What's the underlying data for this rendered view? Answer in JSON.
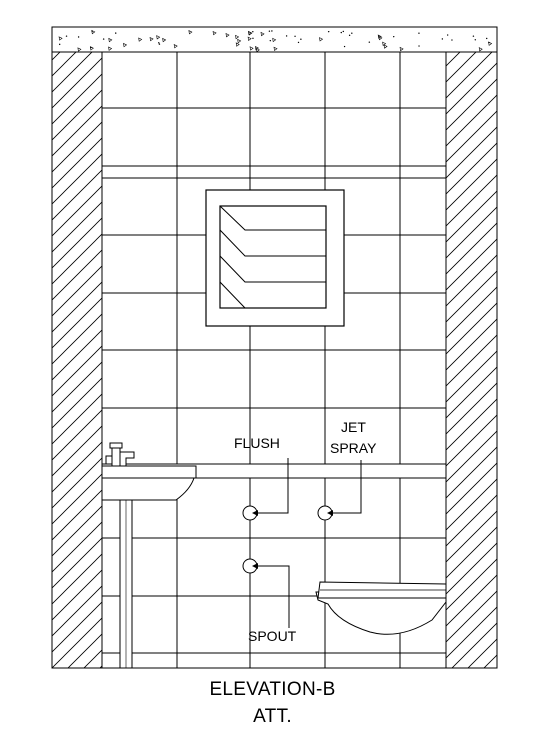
{
  "drawing": {
    "labels": {
      "flush": "FLUSH",
      "jet_line1": "JET",
      "jet_line2": "SPRAY",
      "spout": "SPOUT"
    },
    "title": "ELEVATION-B",
    "subtitle": "ATT."
  }
}
